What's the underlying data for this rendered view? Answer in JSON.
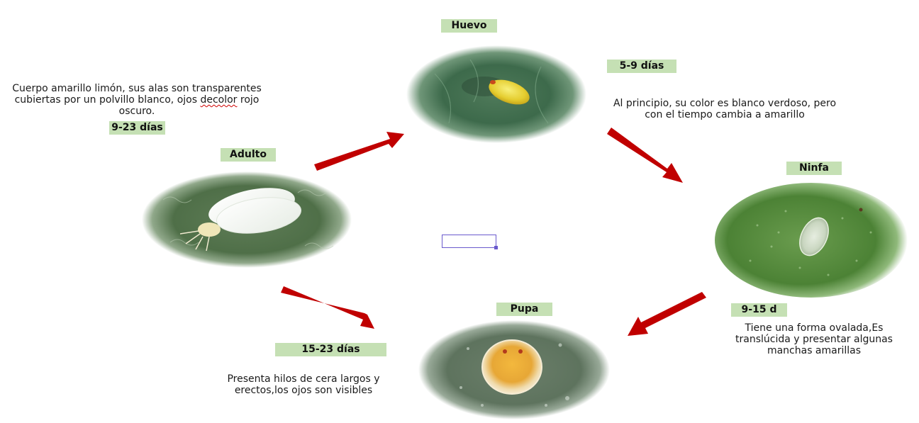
{
  "colors": {
    "label_bg": "#c5e0b4",
    "arrow": "#c00000",
    "text": "#1a1a1a",
    "selection": "#6a5acd"
  },
  "stages": {
    "egg": {
      "label": "Huevo",
      "days": "5-9 días",
      "desc_line1": "Al principio, su color es blanco verdoso, pero",
      "desc_line2": "con el tiempo cambia a amarillo"
    },
    "nymph": {
      "label": "Ninfa",
      "days": "9-15 d",
      "desc_line1": "Tiene una forma ovalada,Es",
      "desc_line2": "translúcida y presentar algunas",
      "desc_line3": "manchas amarillas"
    },
    "pupa": {
      "label": "Pupa",
      "days": "15-23 días",
      "desc_line1": "Presenta hilos de cera largos y",
      "desc_line2": "erectos,los ojos son visibles"
    },
    "adult": {
      "label": "Adulto",
      "days": "9-23 días",
      "desc_line1": "Cuerpo amarillo limón, sus alas son transparentes",
      "desc_line2_a": "cubiertas por un polvillo blanco, ojos ",
      "desc_line2_b": "decolor",
      "desc_line2_c": " rojo",
      "desc_line3": "oscuro."
    }
  },
  "arrows": [
    {
      "from": "adult",
      "to": "egg"
    },
    {
      "from": "egg",
      "to": "nymph"
    },
    {
      "from": "nymph",
      "to": "pupa"
    },
    {
      "from": "adult",
      "to": "pupa"
    }
  ],
  "icons": {
    "egg_photo": "yellow-egg-on-leaf",
    "nymph_photo": "translucent-nymph-on-leaf",
    "pupa_photo": "orange-pupa-on-leaf",
    "adult_photo": "white-whitefly-on-leaf"
  }
}
